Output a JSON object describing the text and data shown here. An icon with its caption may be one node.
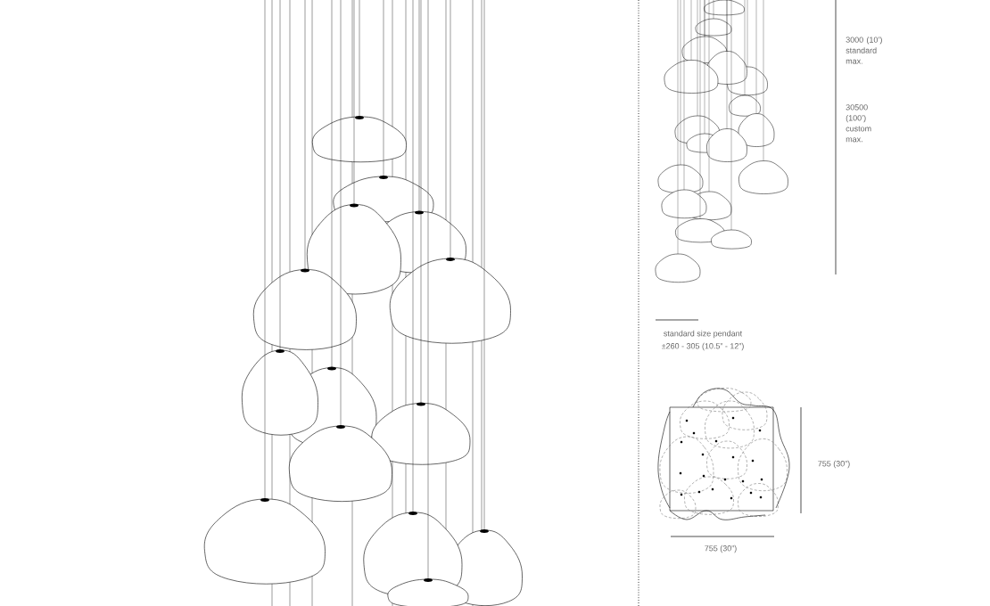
{
  "diagram": {
    "labels": [
      "3000 (10’) standard max.",
      "30500 (100’) custom max.",
      "standard size pendant",
      "±260 - 305 (10.5” - 12”)",
      "755 (30”)",
      "755 (30”)"
    ]
  }
}
